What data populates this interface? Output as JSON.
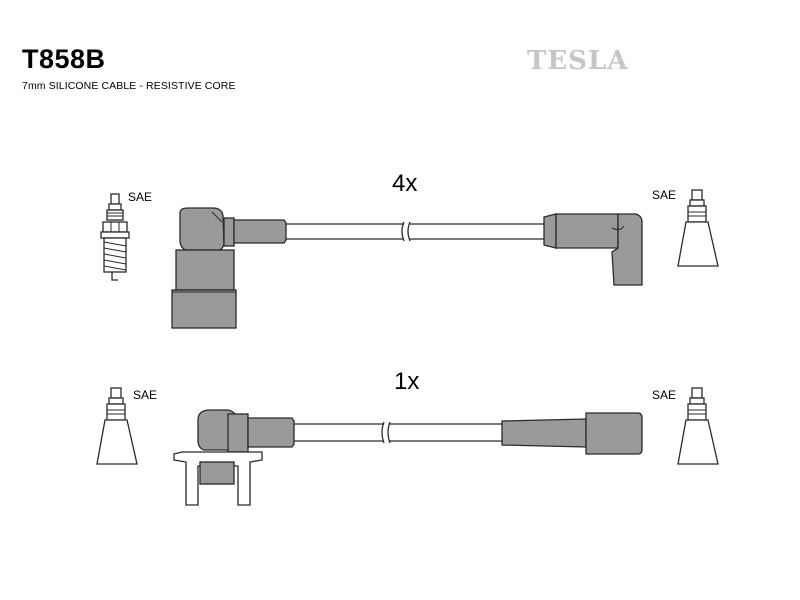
{
  "header": {
    "part_code": "T858B",
    "subtitle": "7mm SILICONE CABLE - RESISTIVE CORE",
    "brand": "TESLA"
  },
  "sets": [
    {
      "quantity": "4x",
      "left_terminal": "SAE",
      "right_terminal": "SAE"
    },
    {
      "quantity": "1x",
      "left_terminal": "SAE",
      "right_terminal": "SAE"
    }
  ],
  "colors": {
    "boot_fill": "#9a9a9a",
    "outline": "#2a2a2a",
    "brand": "#c6c6c6"
  }
}
